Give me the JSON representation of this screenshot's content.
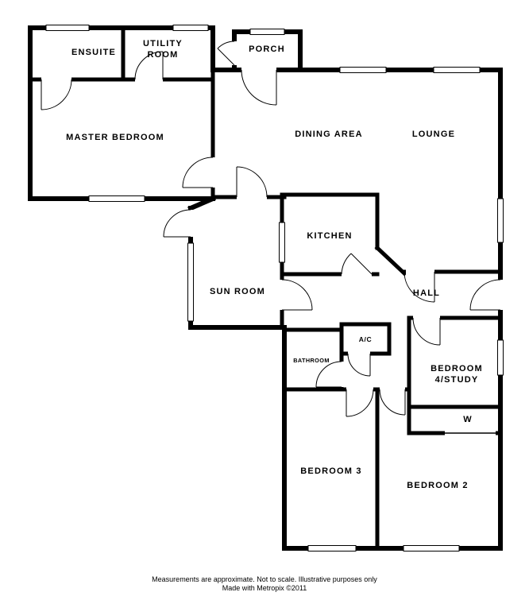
{
  "rooms": {
    "ensuite": {
      "label": "ENSUITE"
    },
    "utility_room": {
      "line1": "UTILITY",
      "line2": "ROOM"
    },
    "porch": {
      "label": "PORCH"
    },
    "master_bedroom": {
      "label": "MASTER BEDROOM"
    },
    "dining_area": {
      "label": "DINING AREA"
    },
    "lounge": {
      "label": "LOUNGE"
    },
    "kitchen": {
      "label": "KITCHEN"
    },
    "sun_room": {
      "label": "SUN ROOM"
    },
    "hall": {
      "label": "HALL"
    },
    "ac_cupboard": {
      "label": "A/C"
    },
    "bathroom": {
      "label": "BATHROOM"
    },
    "bedroom4_study": {
      "line1": "BEDROOM",
      "line2": "4/STUDY"
    },
    "wardrobe": {
      "label": "W"
    },
    "bedroom3": {
      "label": "BEDROOM 3"
    },
    "bedroom2": {
      "label": "BEDROOM 2"
    }
  },
  "footer": {
    "line1": "Measurements are approximate.  Not to scale.  Illustrative purposes only",
    "line2": "Made with Metropix ©2011"
  },
  "colors": {
    "wall": "#000000",
    "background": "#ffffff",
    "text": "#000000"
  }
}
